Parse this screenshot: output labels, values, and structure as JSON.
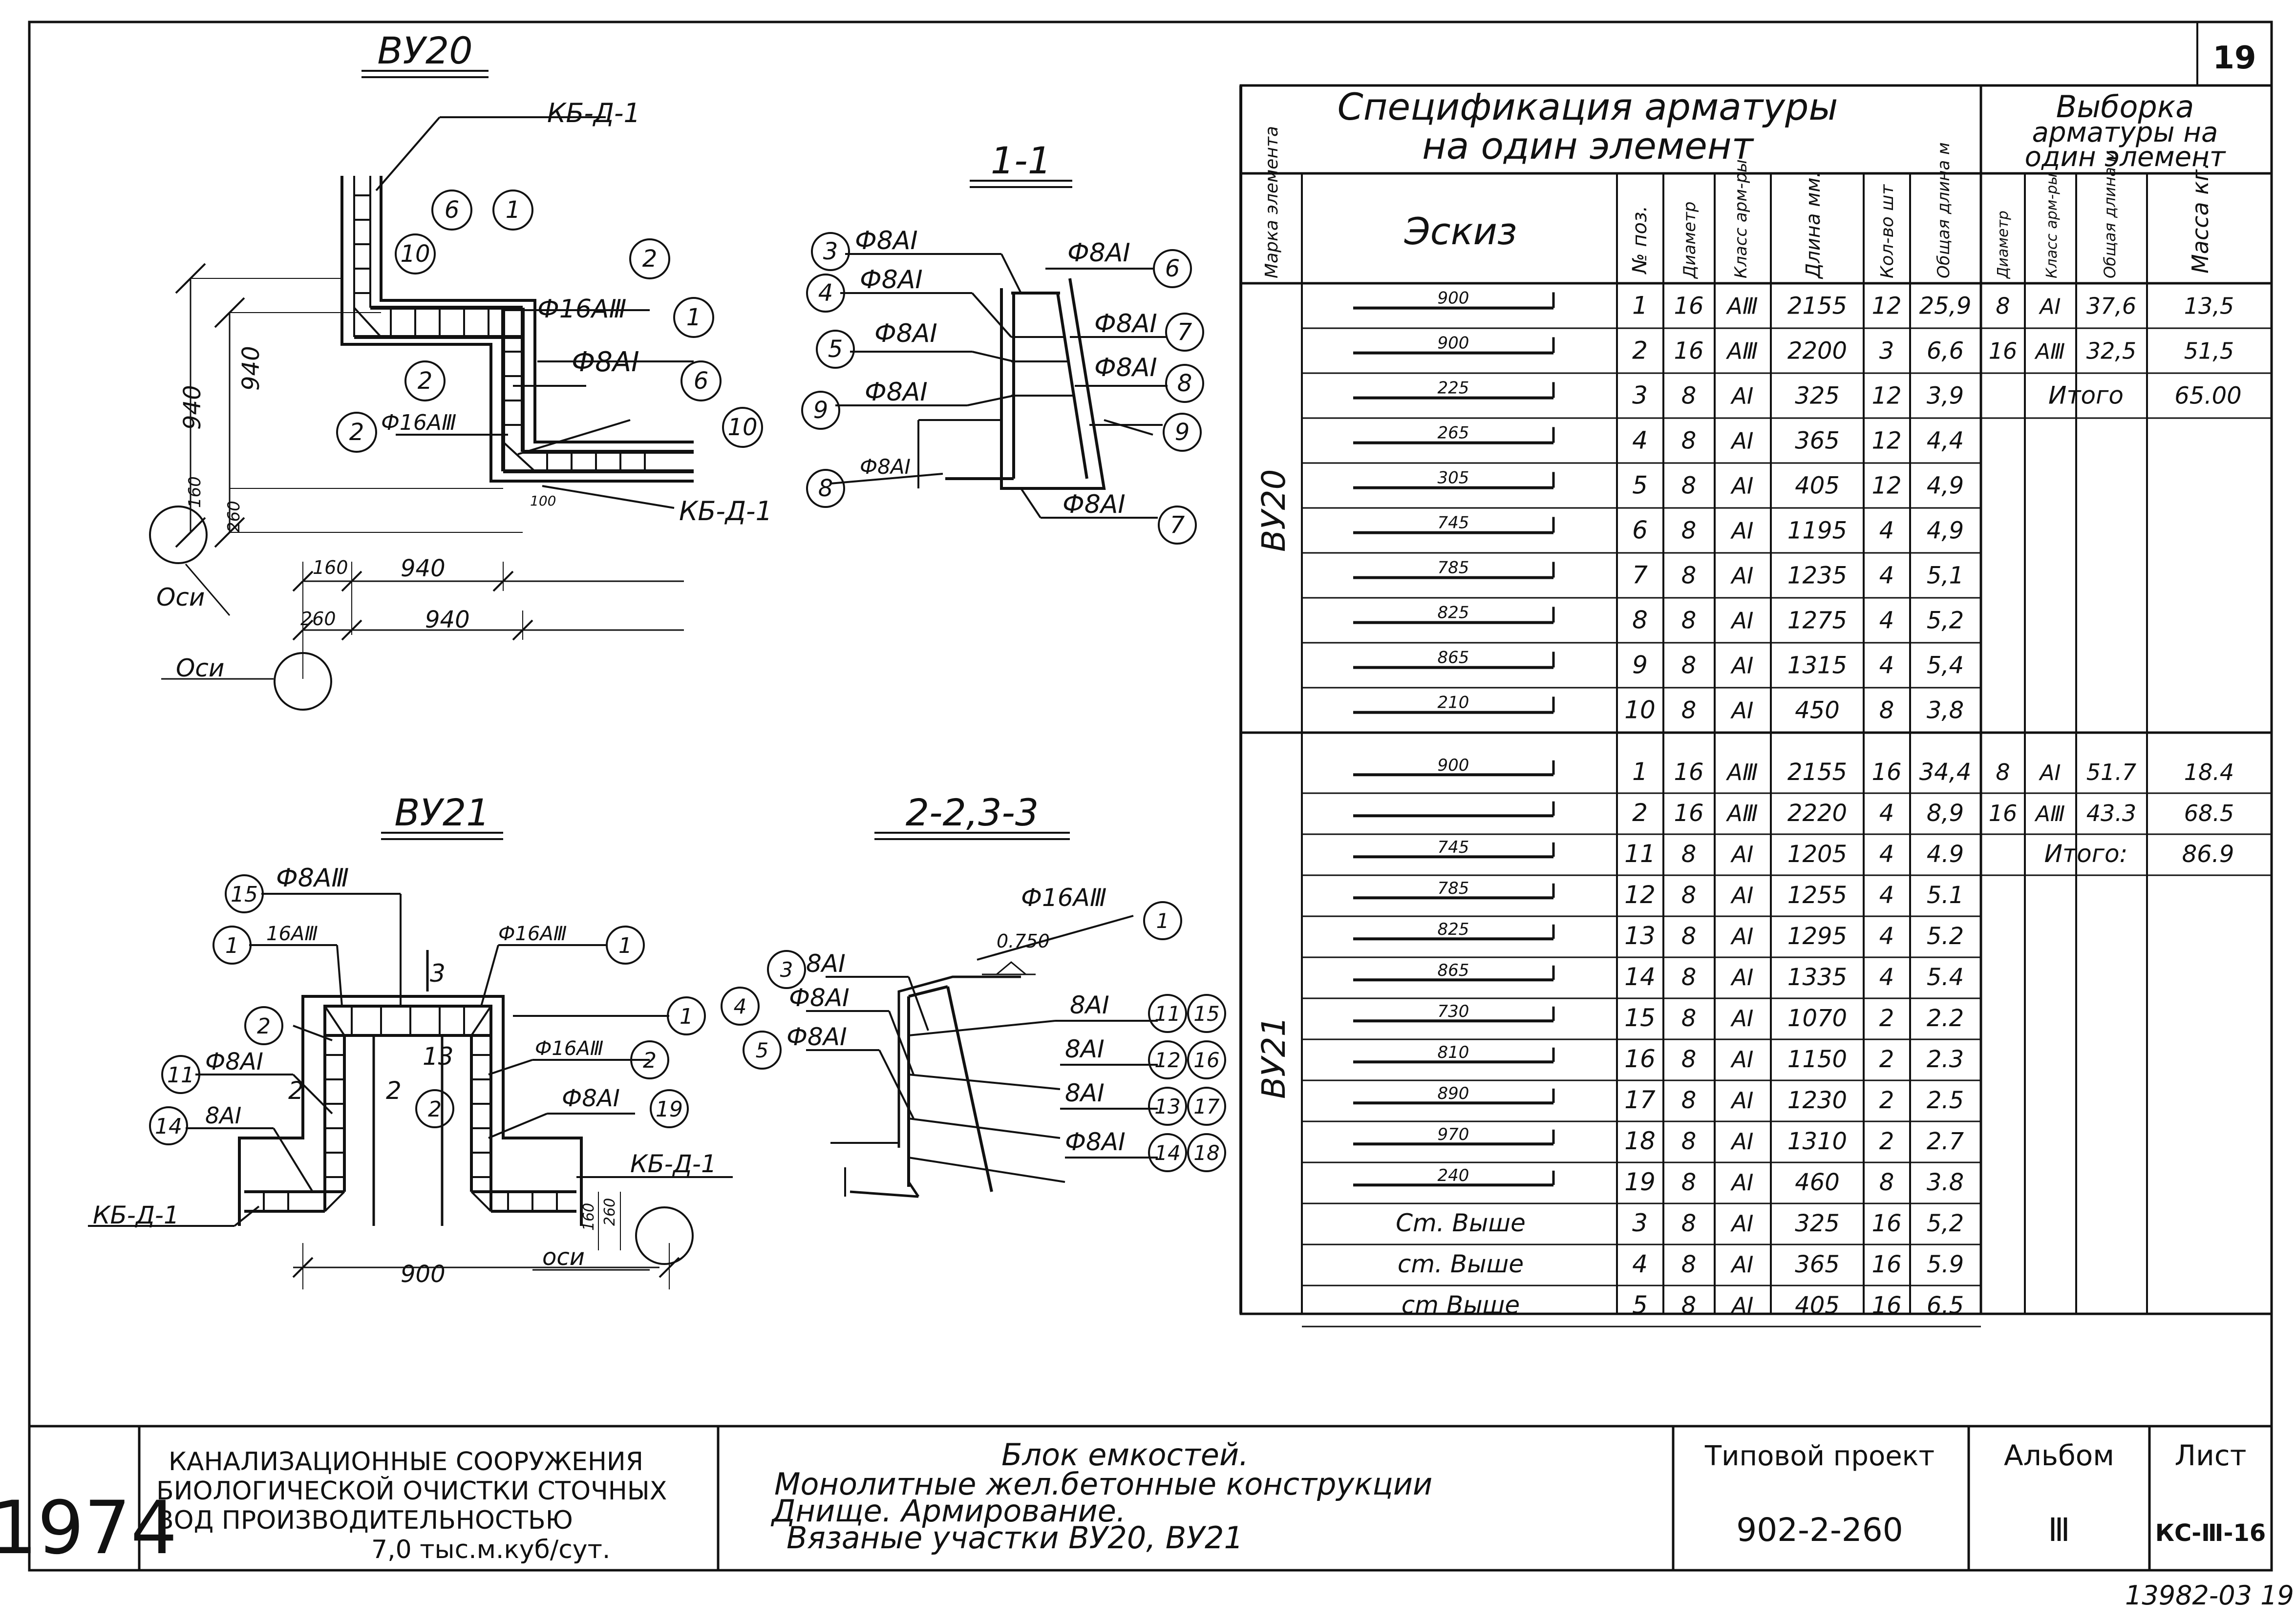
{
  "sheet_number": "19",
  "stamp": "13982-03 19",
  "drawings": {
    "vu20": {
      "title": "ВУ20",
      "kb_top": "КБ-Д-1",
      "kb_bottom": "КБ-Д-1",
      "rebar_16": "Ф16АⅢ",
      "rebar_8": "Ф8АI",
      "rebar_16b": "Ф16АⅢ",
      "dim_940_a": "940",
      "dim_940_b": "940",
      "dim_160": "160",
      "dim_260": "260",
      "dim_940_c": "940",
      "dim_940_d": "940",
      "dim_160_b": "160",
      "dim_260_b": "260",
      "dim_100": "100",
      "axis_a": "Оси",
      "axis_b": "Оси",
      "callouts": [
        "6",
        "1",
        "10",
        "2",
        "1",
        "6",
        "2",
        "2",
        "10"
      ]
    },
    "sec11": {
      "title": "1-1",
      "labels": [
        "Ф8АI",
        "Ф8АI",
        "Ф8АI",
        "Ф8АI",
        "Ф8АI",
        "Ф8АI",
        "Ф8АI",
        "Ф8АI"
      ],
      "callouts": [
        "3",
        "4",
        "5",
        "9",
        "8",
        "6",
        "7",
        "8",
        "9",
        "7"
      ]
    },
    "vu21": {
      "title": "ВУ21",
      "labels": [
        "Ф8АⅢ",
        "16АⅢ",
        "Ф16АⅢ",
        "Ф16АⅢ",
        "Ф8АI",
        "8АI",
        "Ф8АI",
        "КБ-Д-1",
        "КБ-Д-1"
      ],
      "marks": [
        "3",
        "13",
        "2",
        "2"
      ],
      "dim_900": "900",
      "dim_160": "160",
      "dim_260": "260",
      "axis": "оси",
      "callouts": [
        "15",
        "1",
        "2",
        "11",
        "14",
        "1",
        "1",
        "2",
        "2",
        "19"
      ]
    },
    "sec22": {
      "title": "2-2,3-3",
      "labels": [
        "Ф16АⅢ",
        "0.750",
        "8АI",
        "Ф8АI",
        "Ф8АI",
        "8АI",
        "8АI",
        "8АI",
        "Ф8АI"
      ],
      "callouts": [
        "1",
        "3",
        "4",
        "5",
        "11",
        "15",
        "12",
        "16",
        "13",
        "17",
        "14",
        "18"
      ]
    }
  },
  "spec": {
    "title_line1": "Спецификация арматуры",
    "title_line2": "на один элемент",
    "vyborka_line1": "Выборка",
    "vyborka_line2": "арматуры на",
    "vyborka_line3": "один элемент",
    "col_mark": "Марка элемента",
    "col_sketch": "Эскиз",
    "col_pos": "№ поз.",
    "col_diam": "Диаметр",
    "col_class": "Класс арм-ры",
    "col_len": "Длина мм.",
    "col_qty": "Кол-во шт",
    "col_total": "Общая длина м",
    "col_v_diam": "Диаметр",
    "col_v_class": "Класс арм-ры",
    "col_v_total": "Общая длина м",
    "col_v_mass": "Масса кг.",
    "groups": [
      {
        "mark": "ВУ20",
        "rows": [
          {
            "sketch": "900",
            "pos": "1",
            "d": "16",
            "cls": "АⅢ",
            "len": "2155",
            "qty": "12",
            "tot": "25,9"
          },
          {
            "sketch": "900",
            "pos": "2",
            "d": "16",
            "cls": "АⅢ",
            "len": "2200",
            "qty": "3",
            "tot": "6,6"
          },
          {
            "sketch": "225",
            "pos": "3",
            "d": "8",
            "cls": "АI",
            "len": "325",
            "qty": "12",
            "tot": "3,9"
          },
          {
            "sketch": "265",
            "pos": "4",
            "d": "8",
            "cls": "АI",
            "len": "365",
            "qty": "12",
            "tot": "4,4"
          },
          {
            "sketch": "305",
            "pos": "5",
            "d": "8",
            "cls": "АI",
            "len": "405",
            "qty": "12",
            "tot": "4,9"
          },
          {
            "sketch": "745",
            "pos": "6",
            "d": "8",
            "cls": "АI",
            "len": "1195",
            "qty": "4",
            "tot": "4,9"
          },
          {
            "sketch": "785",
            "pos": "7",
            "d": "8",
            "cls": "АI",
            "len": "1235",
            "qty": "4",
            "tot": "5,1"
          },
          {
            "sketch": "825",
            "pos": "8",
            "d": "8",
            "cls": "АI",
            "len": "1275",
            "qty": "4",
            "tot": "5,2"
          },
          {
            "sketch": "865",
            "pos": "9",
            "d": "8",
            "cls": "АI",
            "len": "1315",
            "qty": "4",
            "tot": "5,4"
          },
          {
            "sketch": "210",
            "pos": "10",
            "d": "8",
            "cls": "АI",
            "len": "450",
            "qty": "8",
            "tot": "3,8"
          }
        ],
        "vyborka": [
          {
            "d": "8",
            "cls": "АI",
            "tot": "37,6",
            "mass": "13,5"
          },
          {
            "d": "16",
            "cls": "АⅢ",
            "tot": "32,5",
            "mass": "51,5"
          }
        ],
        "itogo_label": "Итого",
        "itogo_value": "65.00"
      },
      {
        "mark": "ВУ21",
        "rows": [
          {
            "sketch": "900",
            "pos": "1",
            "d": "16",
            "cls": "АⅢ",
            "len": "2155",
            "qty": "16",
            "tot": "34,4"
          },
          {
            "sketch": "",
            "pos": "2",
            "d": "16",
            "cls": "АⅢ",
            "len": "2220",
            "qty": "4",
            "tot": "8,9"
          },
          {
            "sketch": "745",
            "pos": "11",
            "d": "8",
            "cls": "АI",
            "len": "1205",
            "qty": "4",
            "tot": "4.9"
          },
          {
            "sketch": "785",
            "pos": "12",
            "d": "8",
            "cls": "АI",
            "len": "1255",
            "qty": "4",
            "tot": "5.1"
          },
          {
            "sketch": "825",
            "pos": "13",
            "d": "8",
            "cls": "АI",
            "len": "1295",
            "qty": "4",
            "tot": "5.2"
          },
          {
            "sketch": "865",
            "pos": "14",
            "d": "8",
            "cls": "АI",
            "len": "1335",
            "qty": "4",
            "tot": "5.4"
          },
          {
            "sketch": "730",
            "pos": "15",
            "d": "8",
            "cls": "АI",
            "len": "1070",
            "qty": "2",
            "tot": "2.2"
          },
          {
            "sketch": "810",
            "pos": "16",
            "d": "8",
            "cls": "АI",
            "len": "1150",
            "qty": "2",
            "tot": "2.3"
          },
          {
            "sketch": "890",
            "pos": "17",
            "d": "8",
            "cls": "АI",
            "len": "1230",
            "qty": "2",
            "tot": "2.5"
          },
          {
            "sketch": "970",
            "pos": "18",
            "d": "8",
            "cls": "АI",
            "len": "1310",
            "qty": "2",
            "tot": "2.7"
          },
          {
            "sketch": "240",
            "pos": "19",
            "d": "8",
            "cls": "АI",
            "len": "460",
            "qty": "8",
            "tot": "3.8"
          },
          {
            "sketch": "Cm. Выше",
            "pos": "3",
            "d": "8",
            "cls": "АI",
            "len": "325",
            "qty": "16",
            "tot": "5,2"
          },
          {
            "sketch": "cm. Выше",
            "pos": "4",
            "d": "8",
            "cls": "АI",
            "len": "365",
            "qty": "16",
            "tot": "5.9"
          },
          {
            "sketch": "cm Выше",
            "pos": "5",
            "d": "8",
            "cls": "АI",
            "len": "405",
            "qty": "16",
            "tot": "6.5"
          }
        ],
        "vyborka": [
          {
            "d": "8",
            "cls": "АI",
            "tot": "51.7",
            "mass": "18.4"
          },
          {
            "d": "16",
            "cls": "АⅢ",
            "tot": "43.3",
            "mass": "68.5"
          }
        ],
        "itogo_label": "Итого:",
        "itogo_value": "86.9"
      }
    ]
  },
  "title_block": {
    "year": "1974",
    "org_line1": "КАНАЛИЗАЦИОННЫЕ СООРУЖЕНИЯ",
    "org_line2": "БИОЛОГИЧЕСКОЙ ОЧИСТКИ СТОЧНЫХ",
    "org_line3": "ВОД ПРОИЗВОДИТЕЛЬНОСТЬЮ",
    "org_line4": "7,0 тыс.м.куб/сут.",
    "desc_line1": "Блок емкостей.",
    "desc_line2": "Монолитные жел.бетонные конструкции",
    "desc_line3": "Днище. Армирование.",
    "desc_line4": "Вязаные участки ВУ20, ВУ21",
    "project_label": "Типовой проект",
    "project_value": "902-2-260",
    "album_label": "Альбом",
    "album_value": "Ⅲ",
    "sheet_label": "Лист",
    "sheet_value": "КС-Ⅲ-16"
  }
}
